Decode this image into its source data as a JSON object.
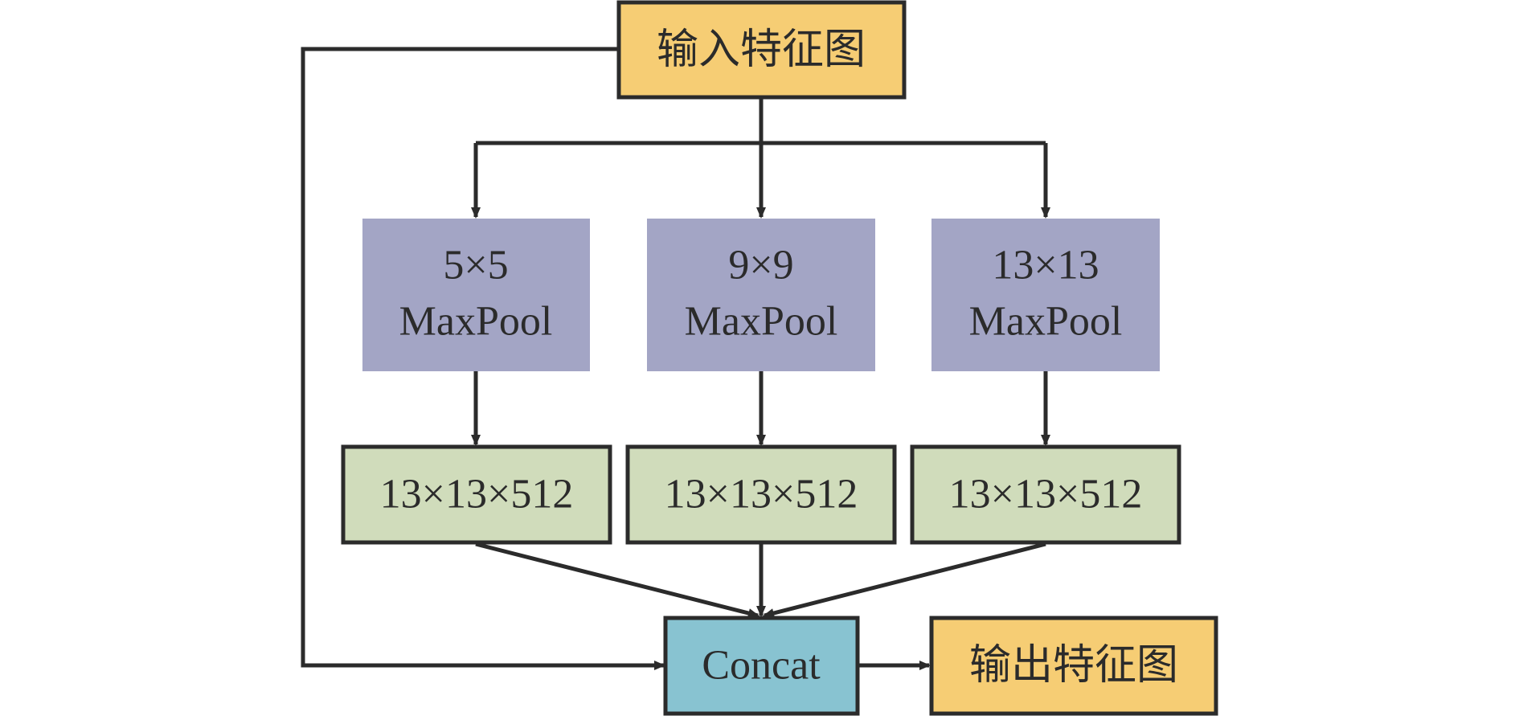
{
  "nodes": {
    "input": {
      "label": "输入特征图"
    },
    "pool_5": {
      "line1": "5×5",
      "line2": "MaxPool"
    },
    "pool_9": {
      "line1": "9×9",
      "line2": "MaxPool"
    },
    "pool_13": {
      "line1": "13×13",
      "line2": "MaxPool"
    },
    "feat_1": {
      "label": "13×13×512"
    },
    "feat_2": {
      "label": "13×13×512"
    },
    "feat_3": {
      "label": "13×13×512"
    },
    "concat": {
      "label": "Concat"
    },
    "output": {
      "label": "输出特征图"
    }
  },
  "colors": {
    "io_fill": "#f6cd74",
    "pool_fill": "#a3a5c5",
    "feature_fill": "#d0dcbb",
    "concat_fill": "#88c3d1",
    "line": "#2b2b2b"
  }
}
